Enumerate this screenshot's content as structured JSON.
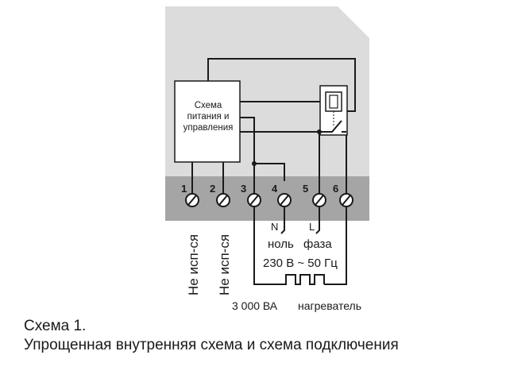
{
  "diagram": {
    "device_block_lines": [
      "Схема",
      "питания и",
      "управления"
    ],
    "terminal_numbers": [
      "1",
      "2",
      "3",
      "4",
      "5",
      "6"
    ],
    "unused_label_1": "Не исп-ся",
    "unused_label_2": "Не исп-ся",
    "neutral_letter": "N",
    "phase_letter": "L",
    "neutral_word": "ноль",
    "phase_word": "фаза",
    "supply_rating": "230 В ~ 50 Гц",
    "load_power": "3 000 ВА",
    "load_name": "нагреватель",
    "colors": {
      "housing": "#dcdcdc",
      "terminal_strip": "#a5a5a5",
      "wire": "#1a1a1a",
      "block_fill": "#ffffff"
    }
  },
  "caption": {
    "line1": "Схема 1.",
    "line2": "Упрощенная внутренняя  схема и схема подключения"
  }
}
